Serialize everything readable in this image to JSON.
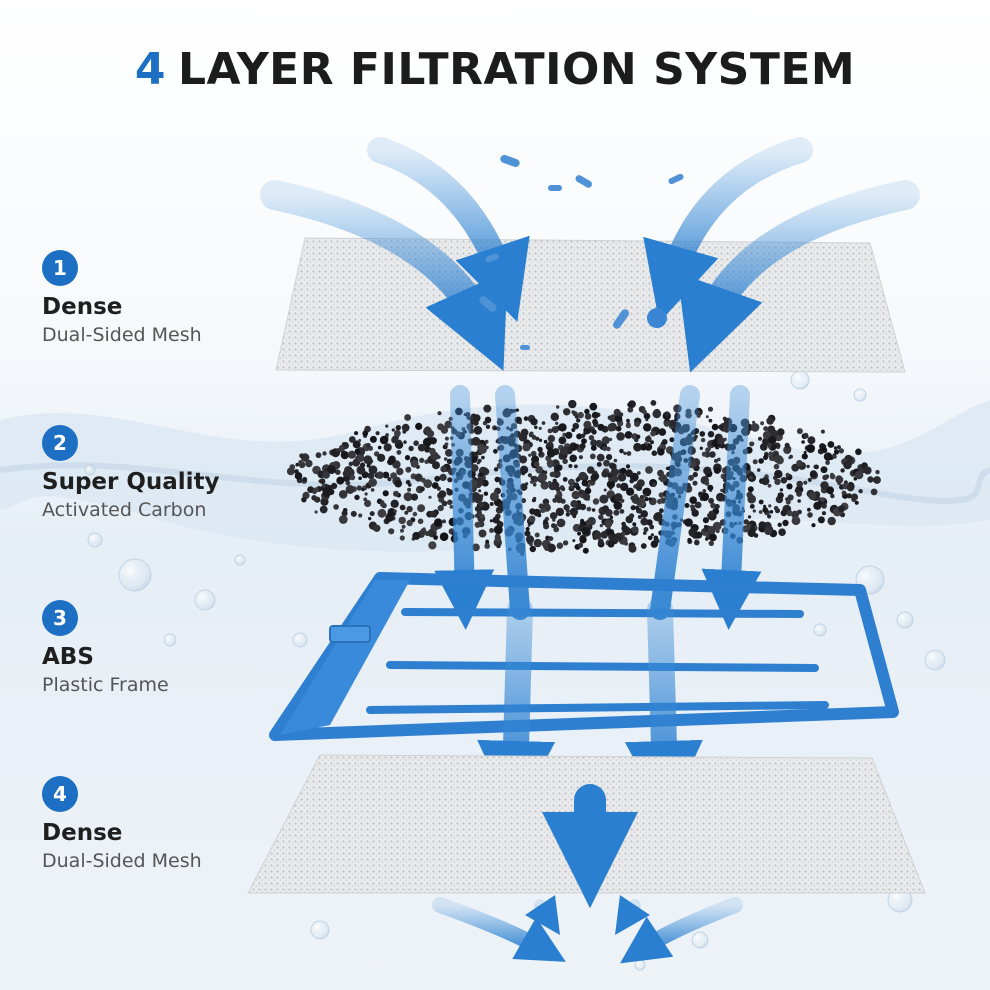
{
  "header": {
    "number": "4",
    "title": "LAYER FILTRATION SYSTEM"
  },
  "colors": {
    "accent": "#1d6fc4",
    "arrow": "#3f8fd8",
    "frame": "#2f7fd0",
    "text_dark": "#1f1f1f",
    "text_muted": "#555555"
  },
  "layers": [
    {
      "badge": "1",
      "line1": "Dense",
      "line2": "Dual-Sided Mesh"
    },
    {
      "badge": "2",
      "line1": "Super Quality",
      "line2": "Activated Carbon"
    },
    {
      "badge": "3",
      "line1": "ABS",
      "line2": "Plastic Frame"
    },
    {
      "badge": "4",
      "line1": "Dense",
      "line2": "Dual-Sided Mesh"
    }
  ]
}
